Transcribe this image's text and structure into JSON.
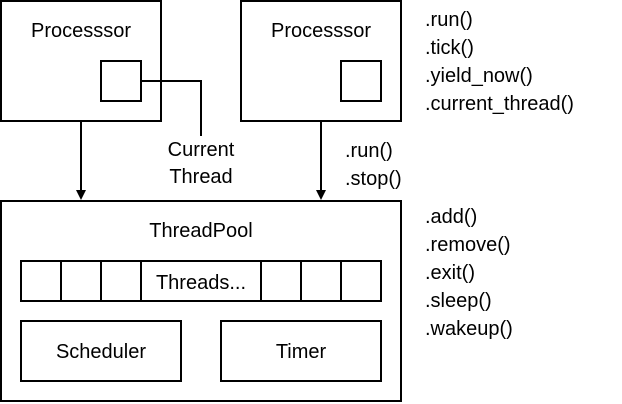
{
  "processor_left": {
    "title": "Processsor"
  },
  "processor_right": {
    "title": "Processsor"
  },
  "current_thread_label": {
    "line1": "Current",
    "line2": "Thread"
  },
  "processor_methods": [
    ".run()",
    ".tick()",
    ".yield_now()",
    ".current_thread()"
  ],
  "connector_methods": [
    ".run()",
    ".stop()"
  ],
  "threadpool": {
    "title": "ThreadPool",
    "threads_label": "Threads...",
    "scheduler_label": "Scheduler",
    "timer_label": "Timer"
  },
  "threadpool_methods": [
    ".add()",
    ".remove()",
    ".exit()",
    ".sleep()",
    ".wakeup()"
  ]
}
